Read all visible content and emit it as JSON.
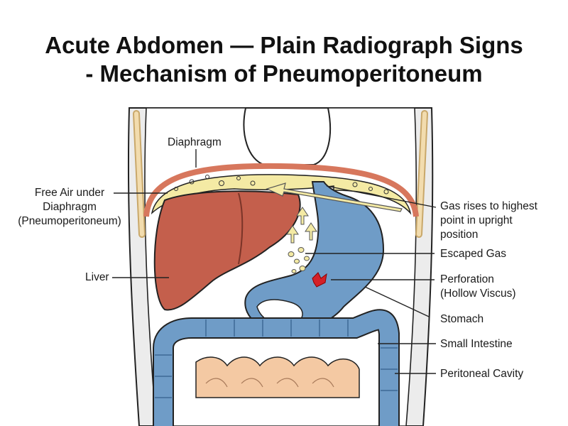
{
  "title": {
    "line1": "Acute Abdomen — Plain Radiograph Signs",
    "line2": "- Mechanism of Pneumoperitoneum"
  },
  "labels": {
    "diaphragm": "Diaphragm",
    "free_air": [
      "Free Air under",
      "Diaphragm",
      "(Pneumoperitoneum)"
    ],
    "liver": "Liver",
    "gas_rises": [
      "Gas rises to highest",
      "point in upright",
      "position"
    ],
    "escaped_gas": "Escaped Gas",
    "perforation": [
      "Perforation",
      "(Hollow Viscus)"
    ],
    "stomach": "Stomach",
    "small_intestine": "Small Intestine",
    "peritoneal_cavity": "Peritoneal Cavity"
  },
  "colors": {
    "liver": "#c45f4c",
    "stomach": "#6f9cc7",
    "intestine": "#6f9cc7",
    "free_air": "#f4eaa4",
    "peritoneum_lining": "#d7775d",
    "perforation": "#d42027",
    "small_bowel": "#f4c9a3",
    "body_wall": "#e9e9e9"
  }
}
